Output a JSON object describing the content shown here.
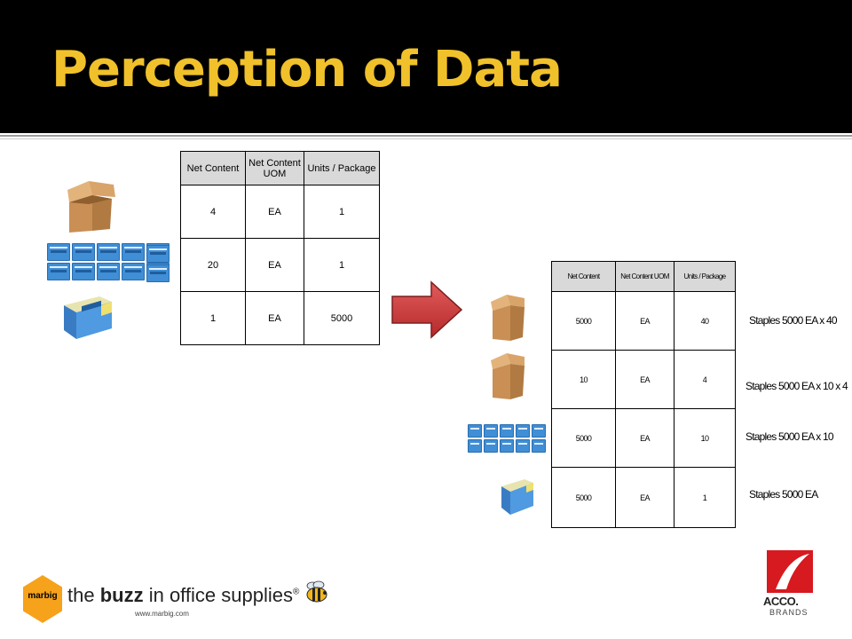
{
  "slide": {
    "title": "Perception of Data"
  },
  "table1": {
    "headers": [
      "Net Content",
      "Net Content UOM",
      "Units / Package"
    ],
    "rows": [
      [
        "4",
        "EA",
        "1"
      ],
      [
        "20",
        "EA",
        "1"
      ],
      [
        "1",
        "EA",
        "5000"
      ]
    ]
  },
  "table2": {
    "headers": [
      "Net Content",
      "Net Content UOM",
      "Units / Package"
    ],
    "rows": [
      [
        "5000",
        "EA",
        "40"
      ],
      [
        "10",
        "EA",
        "4"
      ],
      [
        "5000",
        "EA",
        "10"
      ],
      [
        "5000",
        "EA",
        "1"
      ]
    ]
  },
  "labels": [
    "Staples 5000 EA x 40",
    "Staples 5000 EA x 10 x 4",
    "Staples 5000 EA x 10",
    "Staples 5000 EA"
  ],
  "footer": {
    "marbig": "marbig",
    "tagline_pre": "the ",
    "tagline_bold": "buzz",
    "tagline_post": " in office supplies",
    "registered": "®",
    "url": "www.marbig.com",
    "acco": "ACCO.",
    "brands": "BRANDS"
  },
  "colors": {
    "title": "#f0c12a",
    "header_bg": "#000000",
    "arrow": "#d43a3a",
    "box": "#c8925a",
    "pack": "#3f8ed6",
    "acco_red": "#d71920"
  }
}
